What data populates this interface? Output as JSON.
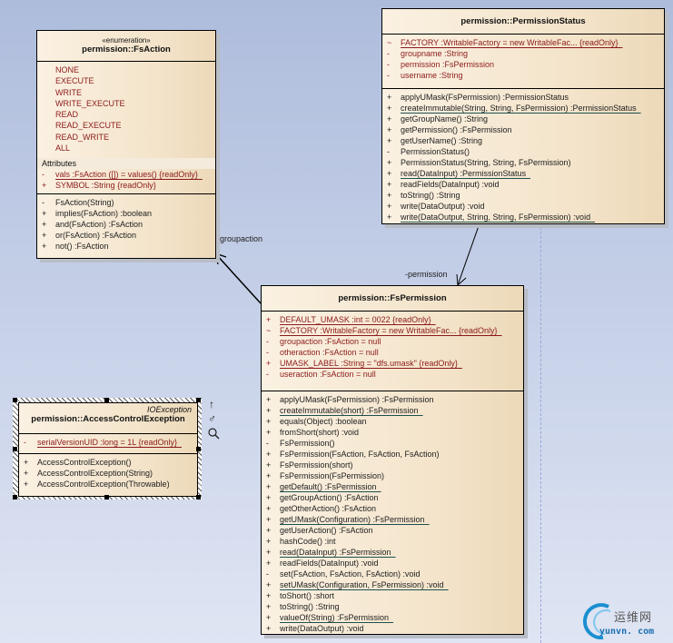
{
  "diagram": {
    "type": "UML class diagram",
    "classes": {
      "fsaction": {
        "stereotype": "«enumeration»",
        "name": "permission::FsAction",
        "literals": [
          "NONE",
          "EXECUTE",
          "WRITE",
          "WRITE_EXECUTE",
          "READ",
          "READ_EXECUTE",
          "READ_WRITE",
          "ALL"
        ],
        "attributes_title": "Attributes",
        "attributes": [
          {
            "vis": "-",
            "text": "vals  :FsAction ([]) = values() {readOnly}",
            "static": true
          },
          {
            "vis": "+",
            "text": "SYMBOL  :String {readOnly}",
            "static": false
          }
        ],
        "operations": [
          {
            "vis": "-",
            "text": "FsAction(String)",
            "static": false
          },
          {
            "vis": "+",
            "text": "implies(FsAction)  :boolean",
            "static": false
          },
          {
            "vis": "+",
            "text": "and(FsAction)  :FsAction",
            "static": false
          },
          {
            "vis": "+",
            "text": "or(FsAction)  :FsAction",
            "static": false
          },
          {
            "vis": "+",
            "text": "not()  :FsAction",
            "static": false
          }
        ]
      },
      "permissionstatus": {
        "name": "permission::PermissionStatus",
        "attributes": [
          {
            "vis": "~",
            "text": "FACTORY  :WritableFactory = new WritableFac... {readOnly}",
            "static": true
          },
          {
            "vis": "-",
            "text": "groupname  :String",
            "static": false
          },
          {
            "vis": "-",
            "text": "permission  :FsPermission",
            "static": false
          },
          {
            "vis": "-",
            "text": "username  :String",
            "static": false
          }
        ],
        "operations": [
          {
            "vis": "+",
            "text": "applyUMask(FsPermission)  :PermissionStatus",
            "static": false
          },
          {
            "vis": "+",
            "text": "createImmutable(String, String, FsPermission)  :PermissionStatus",
            "static": true
          },
          {
            "vis": "+",
            "text": "getGroupName()  :String",
            "static": false
          },
          {
            "vis": "+",
            "text": "getPermission()  :FsPermission",
            "static": false
          },
          {
            "vis": "+",
            "text": "getUserName()  :String",
            "static": false
          },
          {
            "vis": "-",
            "text": "PermissionStatus()",
            "static": false
          },
          {
            "vis": "+",
            "text": "PermissionStatus(String, String, FsPermission)",
            "static": false
          },
          {
            "vis": "+",
            "text": "read(DataInput)  :PermissionStatus",
            "static": true
          },
          {
            "vis": "+",
            "text": "readFields(DataInput)  :void",
            "static": false
          },
          {
            "vis": "+",
            "text": "toString()  :String",
            "static": false
          },
          {
            "vis": "+",
            "text": "write(DataOutput)  :void",
            "static": false
          },
          {
            "vis": "+",
            "text": "write(DataOutput, String, String, FsPermission)  :void",
            "static": true
          }
        ]
      },
      "fspermission": {
        "name": "permission::FsPermission",
        "attributes": [
          {
            "vis": "+",
            "text": "DEFAULT_UMASK  :int = 0022 {readOnly}",
            "static": true
          },
          {
            "vis": "~",
            "text": "FACTORY  :WritableFactory = new WritableFac... {readOnly}",
            "static": true
          },
          {
            "vis": "-",
            "text": "groupaction  :FsAction = null",
            "static": false
          },
          {
            "vis": "-",
            "text": "otheraction  :FsAction = null",
            "static": false
          },
          {
            "vis": "+",
            "text": "UMASK_LABEL  :String = \"dfs.umask\" {readOnly}",
            "static": true
          },
          {
            "vis": "-",
            "text": "useraction  :FsAction = null",
            "static": false
          }
        ],
        "operations": [
          {
            "vis": "+",
            "text": "applyUMask(FsPermission)  :FsPermission",
            "static": false
          },
          {
            "vis": "+",
            "text": "createImmutable(short)  :FsPermission",
            "static": true
          },
          {
            "vis": "+",
            "text": "equals(Object)  :boolean",
            "static": false
          },
          {
            "vis": "+",
            "text": "fromShort(short)  :void",
            "static": false
          },
          {
            "vis": "-",
            "text": "FsPermission()",
            "static": false
          },
          {
            "vis": "+",
            "text": "FsPermission(FsAction, FsAction, FsAction)",
            "static": false
          },
          {
            "vis": "+",
            "text": "FsPermission(short)",
            "static": false
          },
          {
            "vis": "+",
            "text": "FsPermission(FsPermission)",
            "static": false
          },
          {
            "vis": "+",
            "text": "getDefault()  :FsPermission",
            "static": true
          },
          {
            "vis": "+",
            "text": "getGroupAction()  :FsAction",
            "static": false
          },
          {
            "vis": "+",
            "text": "getOtherAction()  :FsAction",
            "static": false
          },
          {
            "vis": "+",
            "text": "getUMask(Configuration)  :FsPermission",
            "static": true
          },
          {
            "vis": "+",
            "text": "getUserAction()  :FsAction",
            "static": false
          },
          {
            "vis": "+",
            "text": "hashCode()  :int",
            "static": false
          },
          {
            "vis": "+",
            "text": "read(DataInput)  :FsPermission",
            "static": true
          },
          {
            "vis": "+",
            "text": "readFields(DataInput)  :void",
            "static": false
          },
          {
            "vis": "-",
            "text": "set(FsAction, FsAction, FsAction)  :void",
            "static": false
          },
          {
            "vis": "+",
            "text": "setUMask(Configuration, FsPermission)  :void",
            "static": true
          },
          {
            "vis": "+",
            "text": "toShort()  :short",
            "static": false
          },
          {
            "vis": "+",
            "text": "toString()  :String",
            "static": false
          },
          {
            "vis": "+",
            "text": "valueOf(String)  :FsPermission",
            "static": true
          },
          {
            "vis": "+",
            "text": "write(DataOutput)  :void",
            "static": false
          }
        ]
      },
      "accesscontrolexception": {
        "parent": "IOException",
        "name": "permission::AccessControlException",
        "selected": true,
        "attributes": [
          {
            "vis": "-",
            "text": "serialVersionUID  :long = 1L {readOnly}",
            "static": true
          }
        ],
        "operations": [
          {
            "vis": "+",
            "text": "AccessControlException()",
            "static": false
          },
          {
            "vis": "+",
            "text": "AccessControlException(String)",
            "static": false
          },
          {
            "vis": "+",
            "text": "AccessControlException(Throwable)",
            "static": false
          }
        ]
      }
    },
    "associations": [
      {
        "from": "FsPermission",
        "to": "FsAction",
        "role": "-groupaction"
      },
      {
        "from": "PermissionStatus",
        "to": "FsPermission",
        "role": "-permission"
      }
    ],
    "quick_tools": [
      "arrow-up-icon",
      "link-icon",
      "magnifier-icon"
    ],
    "watermark": {
      "cn": "运维网",
      "en": "yunvn. com"
    }
  }
}
